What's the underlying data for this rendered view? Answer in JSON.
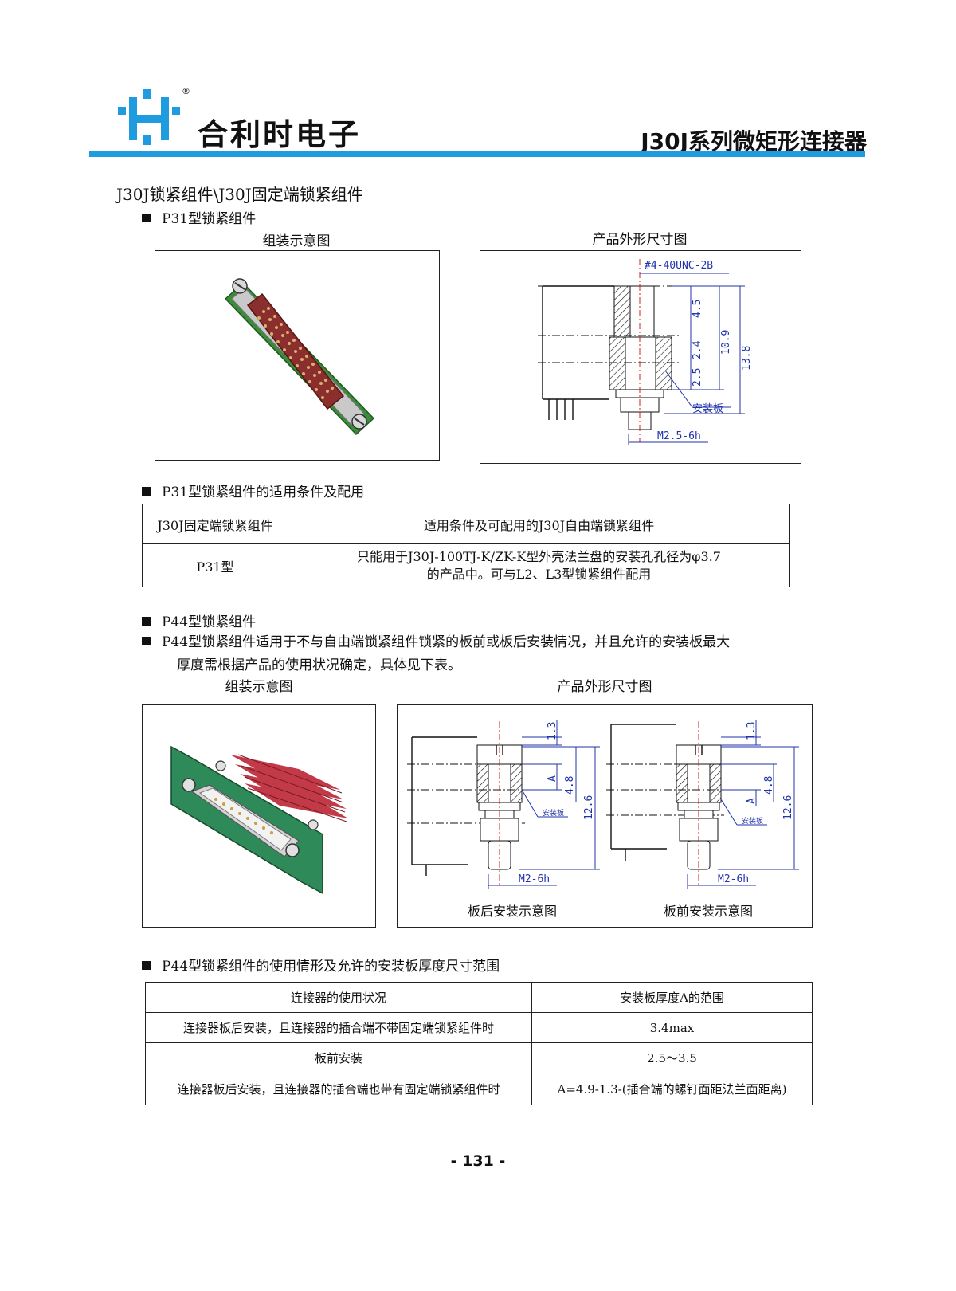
{
  "header": {
    "brand": "合利时电子",
    "registered": "®",
    "series": "J30J系列微矩形连接器",
    "accent_color": "#1f9be0"
  },
  "section_title": "J30J锁紧组件\\J30J固定端锁紧组件",
  "p31": {
    "heading": "P31型锁紧组件",
    "assembly_caption": "组装示意图",
    "dimension_caption": "产品外形尺寸图",
    "dims": {
      "thread": "#4-40UNC-2B",
      "d1": "4.5",
      "d2": "2.4",
      "d3": "2.5",
      "d4": "10.9",
      "d5": "13.8",
      "plate_label": "安装板",
      "bottom_thread": "M2.5-6h"
    },
    "conditions_heading": "P31型锁紧组件的适用条件及配用",
    "table": {
      "col1_header": "J30J固定端锁紧组件",
      "col2_header": "适用条件及可配用的J30J自由端锁紧组件",
      "row_type": "P31型",
      "row_line1": "只能用于J30J-100TJ-K/ZK-K型外壳法兰盘的安装孔孔径为φ3.7",
      "row_line2": "的产品中。可与L2、L3型锁紧组件配用"
    }
  },
  "p44": {
    "heading": "P44型锁紧组件",
    "desc_line1": "P44型锁紧组件适用于不与自由端锁紧组件锁紧的板前或板后安装情况，并且允许的安装板最大",
    "desc_line2": "厚度需根据产品的使用状况确定，具体见下表。",
    "assembly_caption": "组装示意图",
    "dimension_caption": "产品外形尺寸图",
    "dims": {
      "top": "1.3",
      "a": "A",
      "mid": "4.8",
      "total": "12.6",
      "plate_label": "安装板",
      "thread": "M2-6h"
    },
    "rear_caption": "板后安装示意图",
    "front_caption": "板前安装示意图",
    "usage_heading": "P44型锁紧组件的使用情形及允许的安装板厚度尺寸范围",
    "table": {
      "col1_header": "连接器的使用状况",
      "col2_header": "安装板厚度A的范围",
      "rows": [
        {
          "usage": "连接器板后安装，且连接器的插合端不带固定端锁紧组件时",
          "range": "3.4max"
        },
        {
          "usage": "板前安装",
          "range": "2.5～3.5"
        },
        {
          "usage": "连接器板后安装，且连接器的插合端也带有固定端锁紧组件时",
          "range": "A=4.9-1.3-(插合端的螺钉面距法兰面距离)"
        }
      ]
    }
  },
  "page_number": "- 131 -"
}
